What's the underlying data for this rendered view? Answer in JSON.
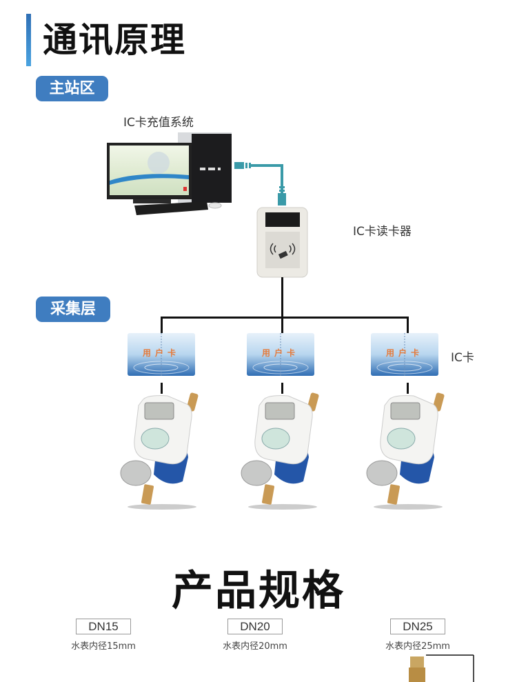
{
  "header": {
    "title": "通讯原理"
  },
  "sections": {
    "master": "主站区",
    "collect": "采集层"
  },
  "labels": {
    "system": "IC卡充值系统",
    "reader": "IC卡读卡器",
    "card": "IC卡",
    "card_text": "用户卡"
  },
  "specs": {
    "title": "产品规格",
    "items": [
      {
        "model": "DN15",
        "desc": "水表内径15mm"
      },
      {
        "model": "DN20",
        "desc": "水表内径20mm"
      },
      {
        "model": "DN25",
        "desc": "水表内径25mm"
      }
    ]
  },
  "colors": {
    "accent": "#3f7dc0",
    "cable": "#3a9aa8"
  }
}
